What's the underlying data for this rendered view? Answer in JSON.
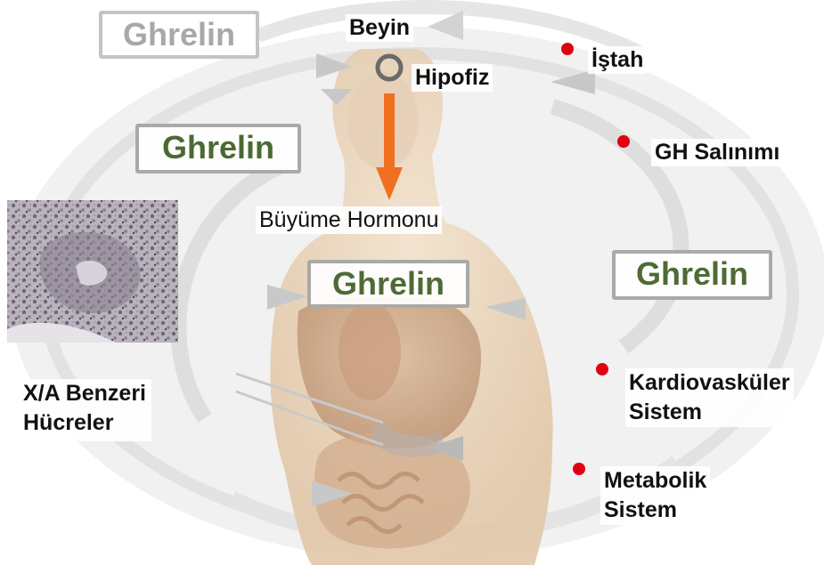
{
  "diagram": {
    "brain_label": "Beyin",
    "pituitary_label": "Hipofiz",
    "growth_hormone_label": "Büyüme Hormonu",
    "ghrelin_top": "Ghrelin",
    "ghrelin_left": "Ghrelin",
    "ghrelin_center": "Ghrelin",
    "ghrelin_right": "Ghrelin",
    "cells_label_line1": "X/A Benzeri",
    "cells_label_line2": "Hücreler",
    "effects": [
      {
        "line1": "İştah",
        "line2": ""
      },
      {
        "line1": "GH Salınımı",
        "line2": ""
      },
      {
        "line1": "Kardiovasküler",
        "line2": "Sistem"
      },
      {
        "line1": "Metabolik",
        "line2": "Sistem"
      }
    ],
    "colors": {
      "effect_dot": "#e00010",
      "hormone_arrow": "#f07020",
      "ghrelin_text": "#4f6b35",
      "box_border": "#a9a9a9"
    }
  }
}
